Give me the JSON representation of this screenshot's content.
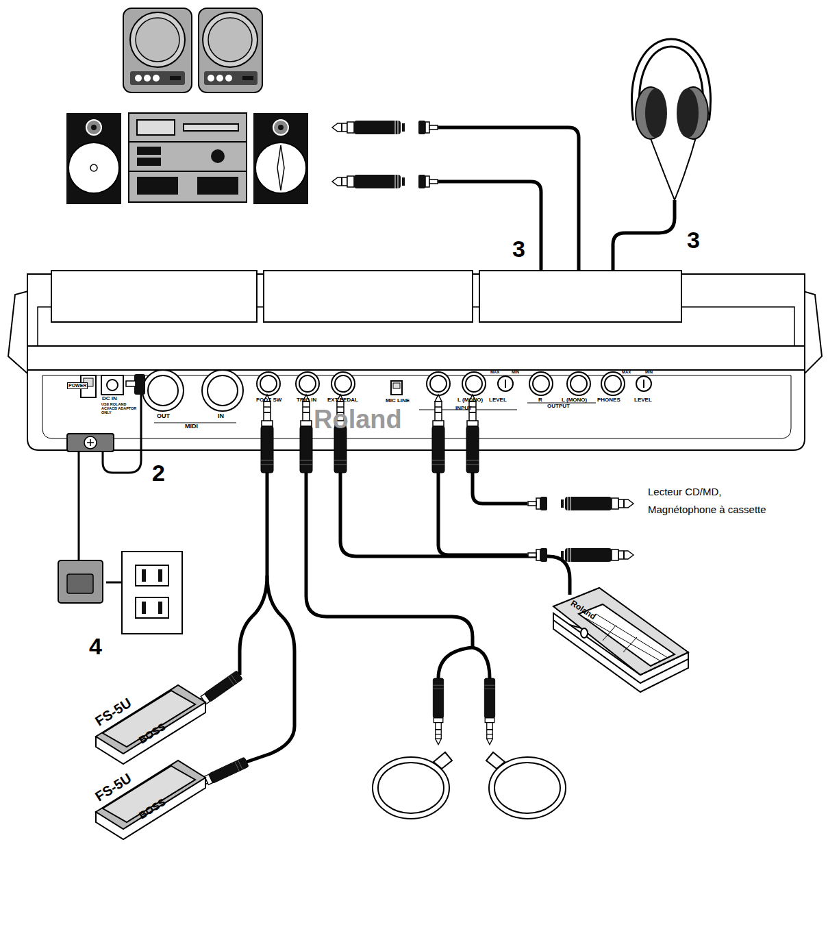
{
  "diagram": {
    "labels": [
      "3",
      "3",
      "POWER",
      "DC IN",
      "USE ROLAND ACI/ACB ADAPTOR ONLY",
      "OUT",
      "IN",
      "MIDI",
      "FOOT SW",
      "TRIG IN",
      "EXT PEDAL",
      "MIC LINE",
      "INPUT",
      "L (MONO)",
      "LEVEL",
      "MAX",
      "MIN",
      "R",
      "L (MONO)",
      "OUTPUT",
      "PHONES",
      "LEVEL",
      "MAX",
      "MIN",
      "Roland",
      "2",
      "Lecteur CD/MD, Magnétophone à cassette",
      "4",
      "Roland",
      "FS-5U",
      "BOSS",
      "FS-5U",
      "BOSS"
    ]
  }
}
